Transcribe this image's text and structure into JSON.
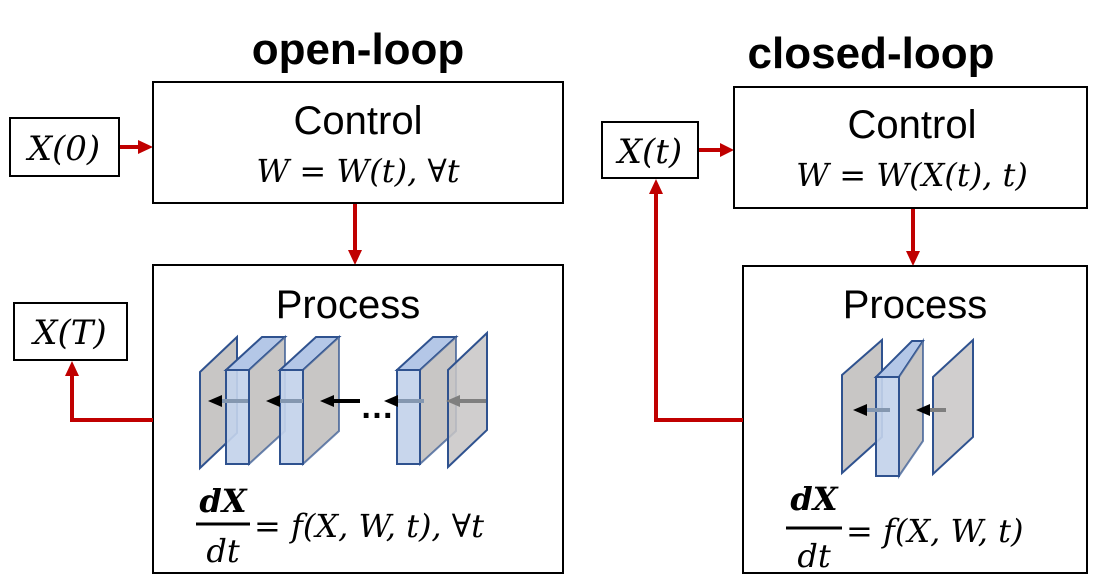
{
  "panels": [
    {
      "id": "open-loop",
      "title": "open-loop",
      "input_label": "X(0)",
      "output_label": "X(T)",
      "control": {
        "label": "Control",
        "equation": "W = W(t), ∀t"
      },
      "process": {
        "label": "Process",
        "eq_numerator": "dX",
        "eq_denominator": "dt",
        "eq_rhs": "= f(X, W, t), ∀t",
        "ellipsis": "…"
      }
    },
    {
      "id": "closed-loop",
      "title": "closed-loop",
      "input_label": "X(t)",
      "control": {
        "label": "Control",
        "equation": "W = W(X(t), t)"
      },
      "process": {
        "label": "Process",
        "eq_numerator": "dX",
        "eq_denominator": "dt",
        "eq_rhs": "= f(X, W, t)"
      }
    }
  ],
  "colors": {
    "arrow": "#c00000",
    "layer_border": "#2f528f",
    "layer_fill": "#c8c6c5",
    "slab_fill": "#c3d3ea"
  }
}
